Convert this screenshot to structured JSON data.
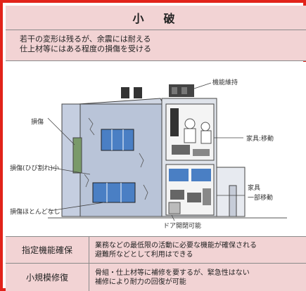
{
  "title": "小　破",
  "description": {
    "line1": "若干の変形は残るが、余震には耐える",
    "line2": "仕上材等にはある程度の損傷を受ける"
  },
  "illustration": {
    "label_function": "機能維持",
    "label_damage": "損傷",
    "label_crack": "損傷(ひび割れ)小",
    "label_little": "損傷ほとんどなし",
    "label_furniture_move": "家具:移動",
    "label_furniture_partial_1": "家具",
    "label_furniture_partial_2": "一部移動",
    "label_door": "ドア開閉可能"
  },
  "table": [
    {
      "header": "指定機能確保",
      "line1": "業務などの最低限の活動に必要な機能が確保される",
      "line2": "避難所などとして利用はできる"
    },
    {
      "header": "小規模修復",
      "line1": "骨組・仕上材等に補修を要するが、緊急性はない",
      "line2": "補修により耐力の回復が可能"
    }
  ],
  "colors": {
    "frame": "#e2231a",
    "band": "#f2d3d4",
    "building": "#b9c4d8",
    "window": "#4a7fc4"
  }
}
